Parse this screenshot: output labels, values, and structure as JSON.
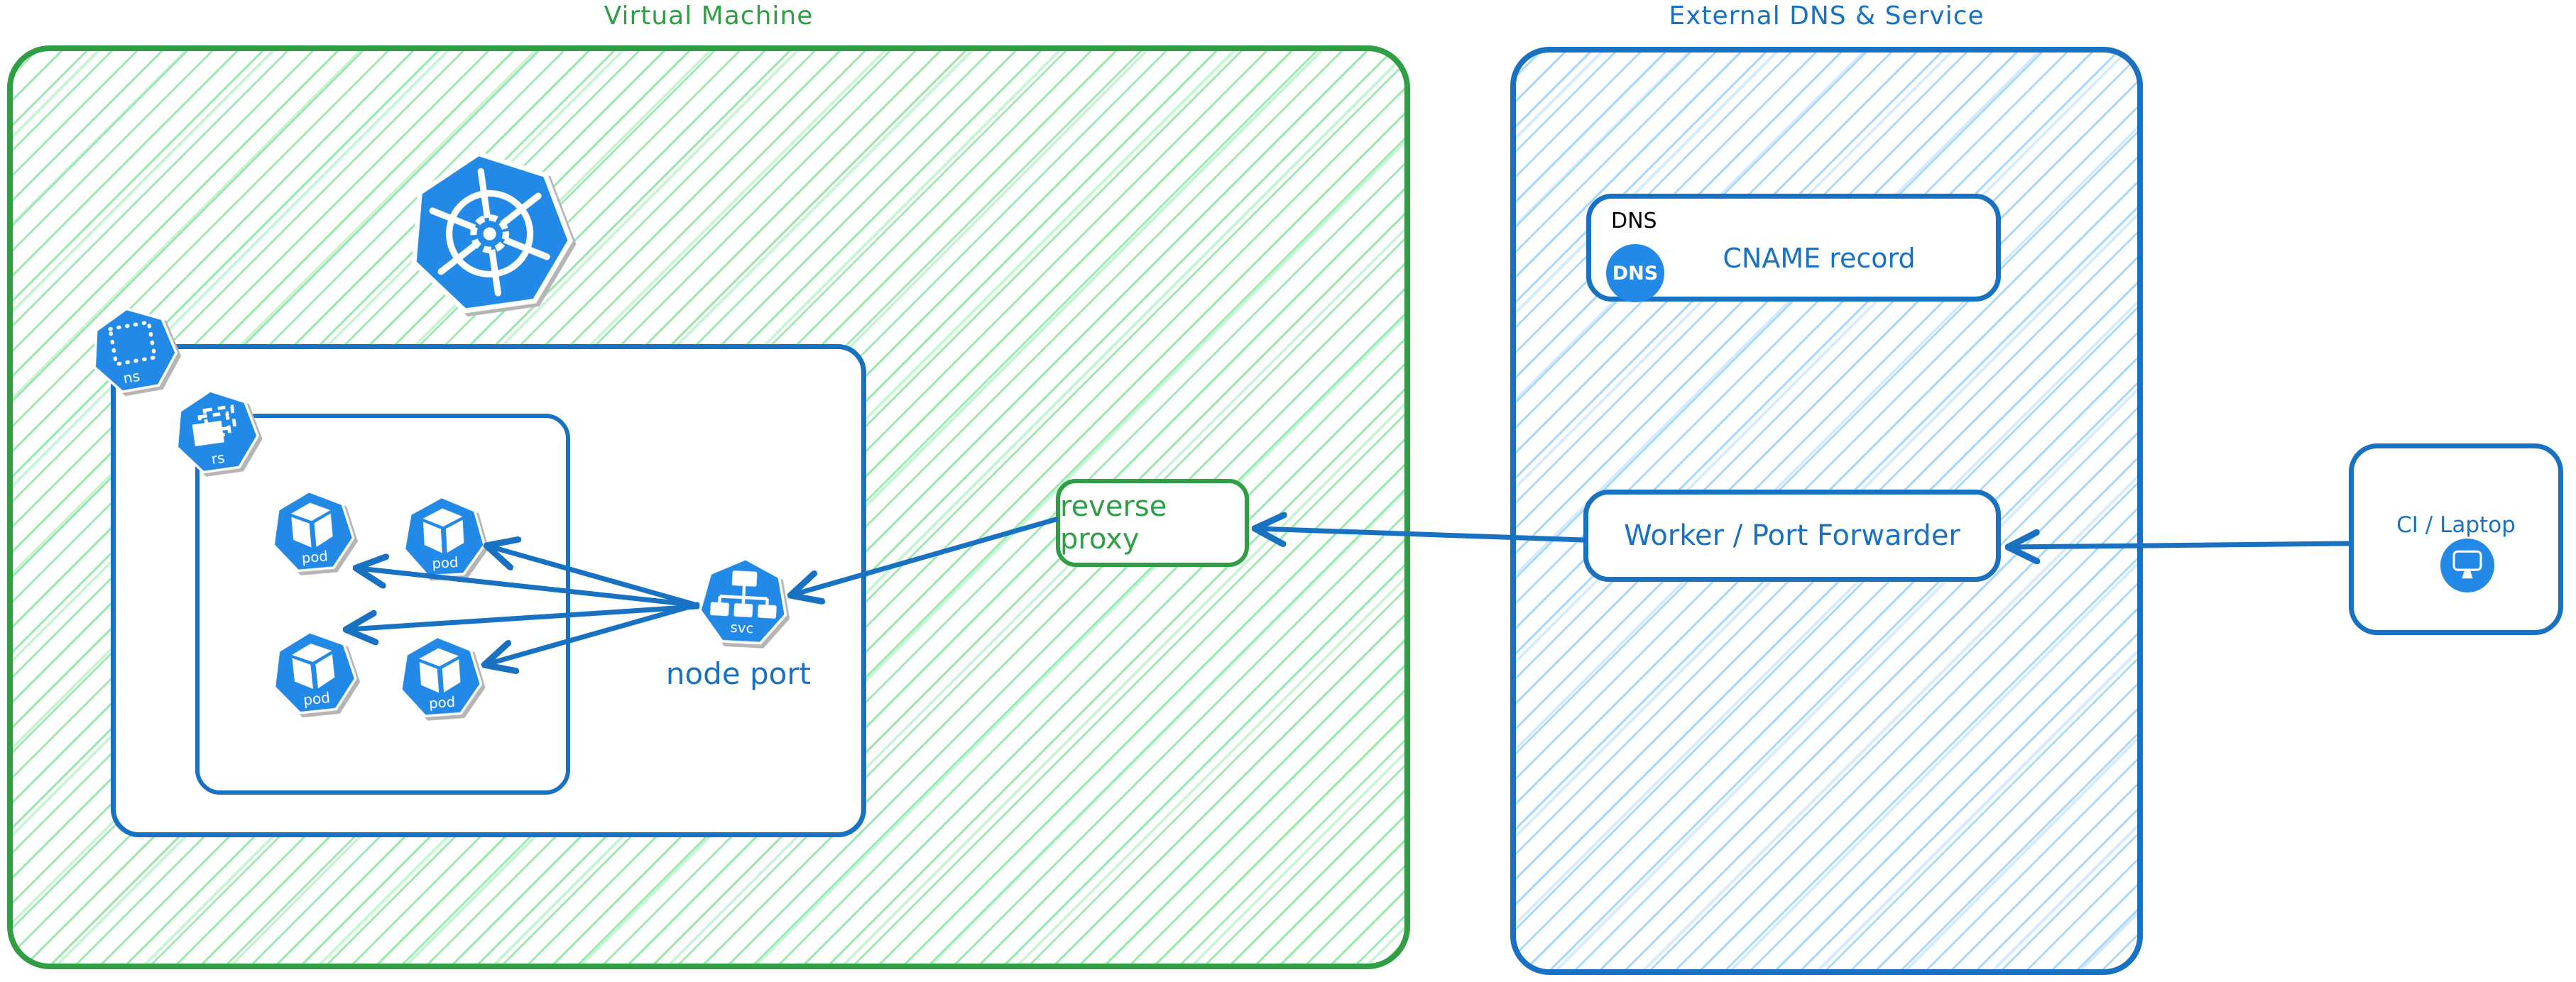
{
  "groups": {
    "vm": {
      "title": "Virtual Machine"
    },
    "external": {
      "title": "External DNS & Service"
    }
  },
  "cluster": {
    "namespace_badge": "ns",
    "replicaset_badge": "rs",
    "pods": [
      {
        "label": "pod"
      },
      {
        "label": "pod"
      },
      {
        "label": "pod"
      },
      {
        "label": "pod"
      }
    ],
    "service_badge": "svc",
    "service_caption": "node port"
  },
  "nodes": {
    "reverse_proxy": {
      "label": "reverse proxy"
    },
    "dns": {
      "heading": "DNS",
      "icon_label": "DNS",
      "record": "CNAME record"
    },
    "worker": {
      "label": "Worker / Port Forwarder"
    },
    "client": {
      "label": "CI / Laptop"
    }
  },
  "colors": {
    "green_accent": "#2f9e44",
    "green_hatch": "#9be9b1",
    "blue_accent": "#1971c2",
    "blue_hatch": "#a8d9fb",
    "icon_blue": "#2389e6",
    "dns_heading_black": "#000000"
  }
}
